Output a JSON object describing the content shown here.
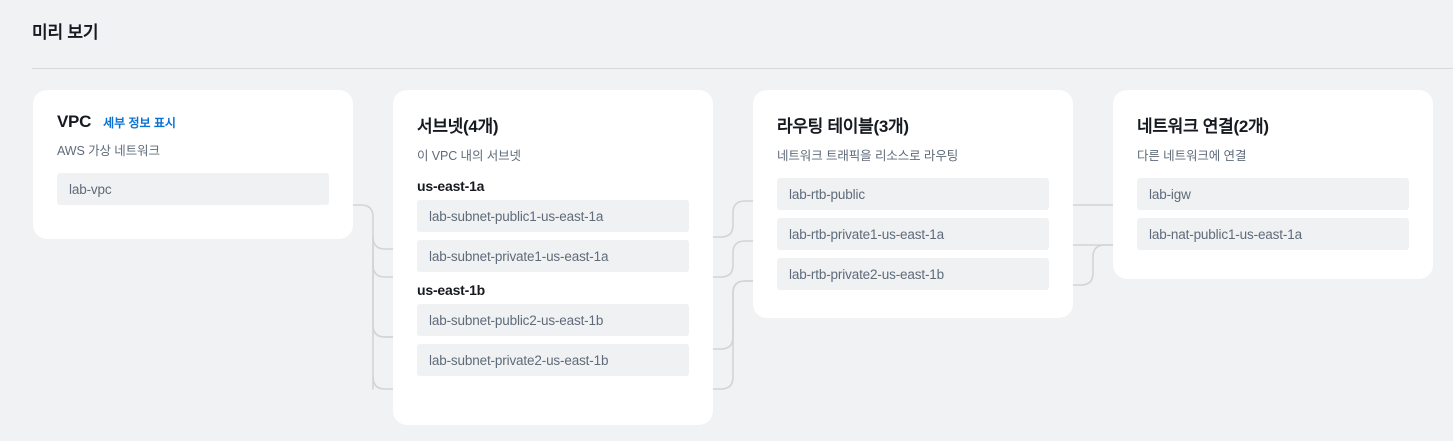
{
  "header": {
    "title": "미리 보기"
  },
  "cards": [
    {
      "id": "vpc",
      "title": "VPC",
      "link": "세부 정보 표시",
      "subtitle": "AWS 가상 네트워크",
      "items": [
        "lab-vpc"
      ]
    },
    {
      "id": "subnets",
      "title": "서브넷(4개)",
      "subtitle": "이 VPC 내의 서브넷",
      "groups": [
        {
          "heading": "us-east-1a",
          "items": [
            "lab-subnet-public1-us-east-1a",
            "lab-subnet-private1-us-east-1a"
          ]
        },
        {
          "heading": "us-east-1b",
          "items": [
            "lab-subnet-public2-us-east-1b",
            "lab-subnet-private2-us-east-1b"
          ]
        }
      ]
    },
    {
      "id": "route-tables",
      "title": "라우팅 테이블(3개)",
      "subtitle": "네트워크 트래픽을 리소스로 라우팅",
      "items": [
        "lab-rtb-public",
        "lab-rtb-private1-us-east-1a",
        "lab-rtb-private2-us-east-1b"
      ]
    },
    {
      "id": "network-connections",
      "title": "네트워크 연결(2개)",
      "subtitle": "다른 네트워크에 연결",
      "items": [
        "lab-igw",
        "lab-nat-public1-us-east-1a"
      ]
    }
  ],
  "colors": {
    "background": "#f1f2f3",
    "card": "#ffffff",
    "pill": "#f0f1f2",
    "link": "#0972d3",
    "text_primary": "#16191f",
    "text_secondary": "#5f6b7a",
    "connector": "#d1d5d6",
    "divider": "#d5dbdb"
  }
}
